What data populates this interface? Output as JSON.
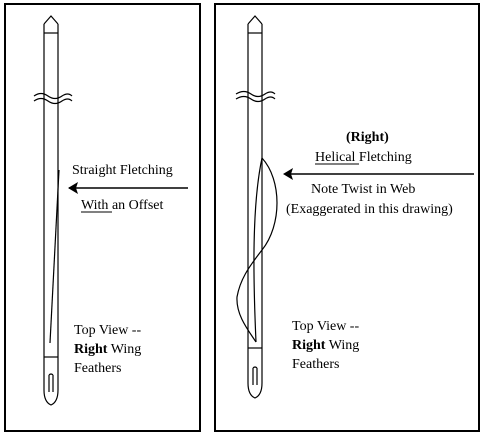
{
  "left_panel": {
    "fletching_line1": "Straight Fletching",
    "fletching_line2_underlined": "With",
    "fletching_line2_rest": " an Offset",
    "view_line1": "Top View --",
    "view_line2_bold": "Right",
    "view_line2_rest": " Wing",
    "view_line3": "Feathers"
  },
  "right_panel": {
    "direction": "(Right)",
    "fletching_underlined": "Helical",
    "fletching_rest": " Fletching",
    "note_line1": "Note Twist in Web",
    "note_line2": "(Exaggerated in this drawing)",
    "view_line1": "Top View --",
    "view_line2_bold": "Right",
    "view_line2_rest": " Wing",
    "view_line3": "Feathers"
  }
}
